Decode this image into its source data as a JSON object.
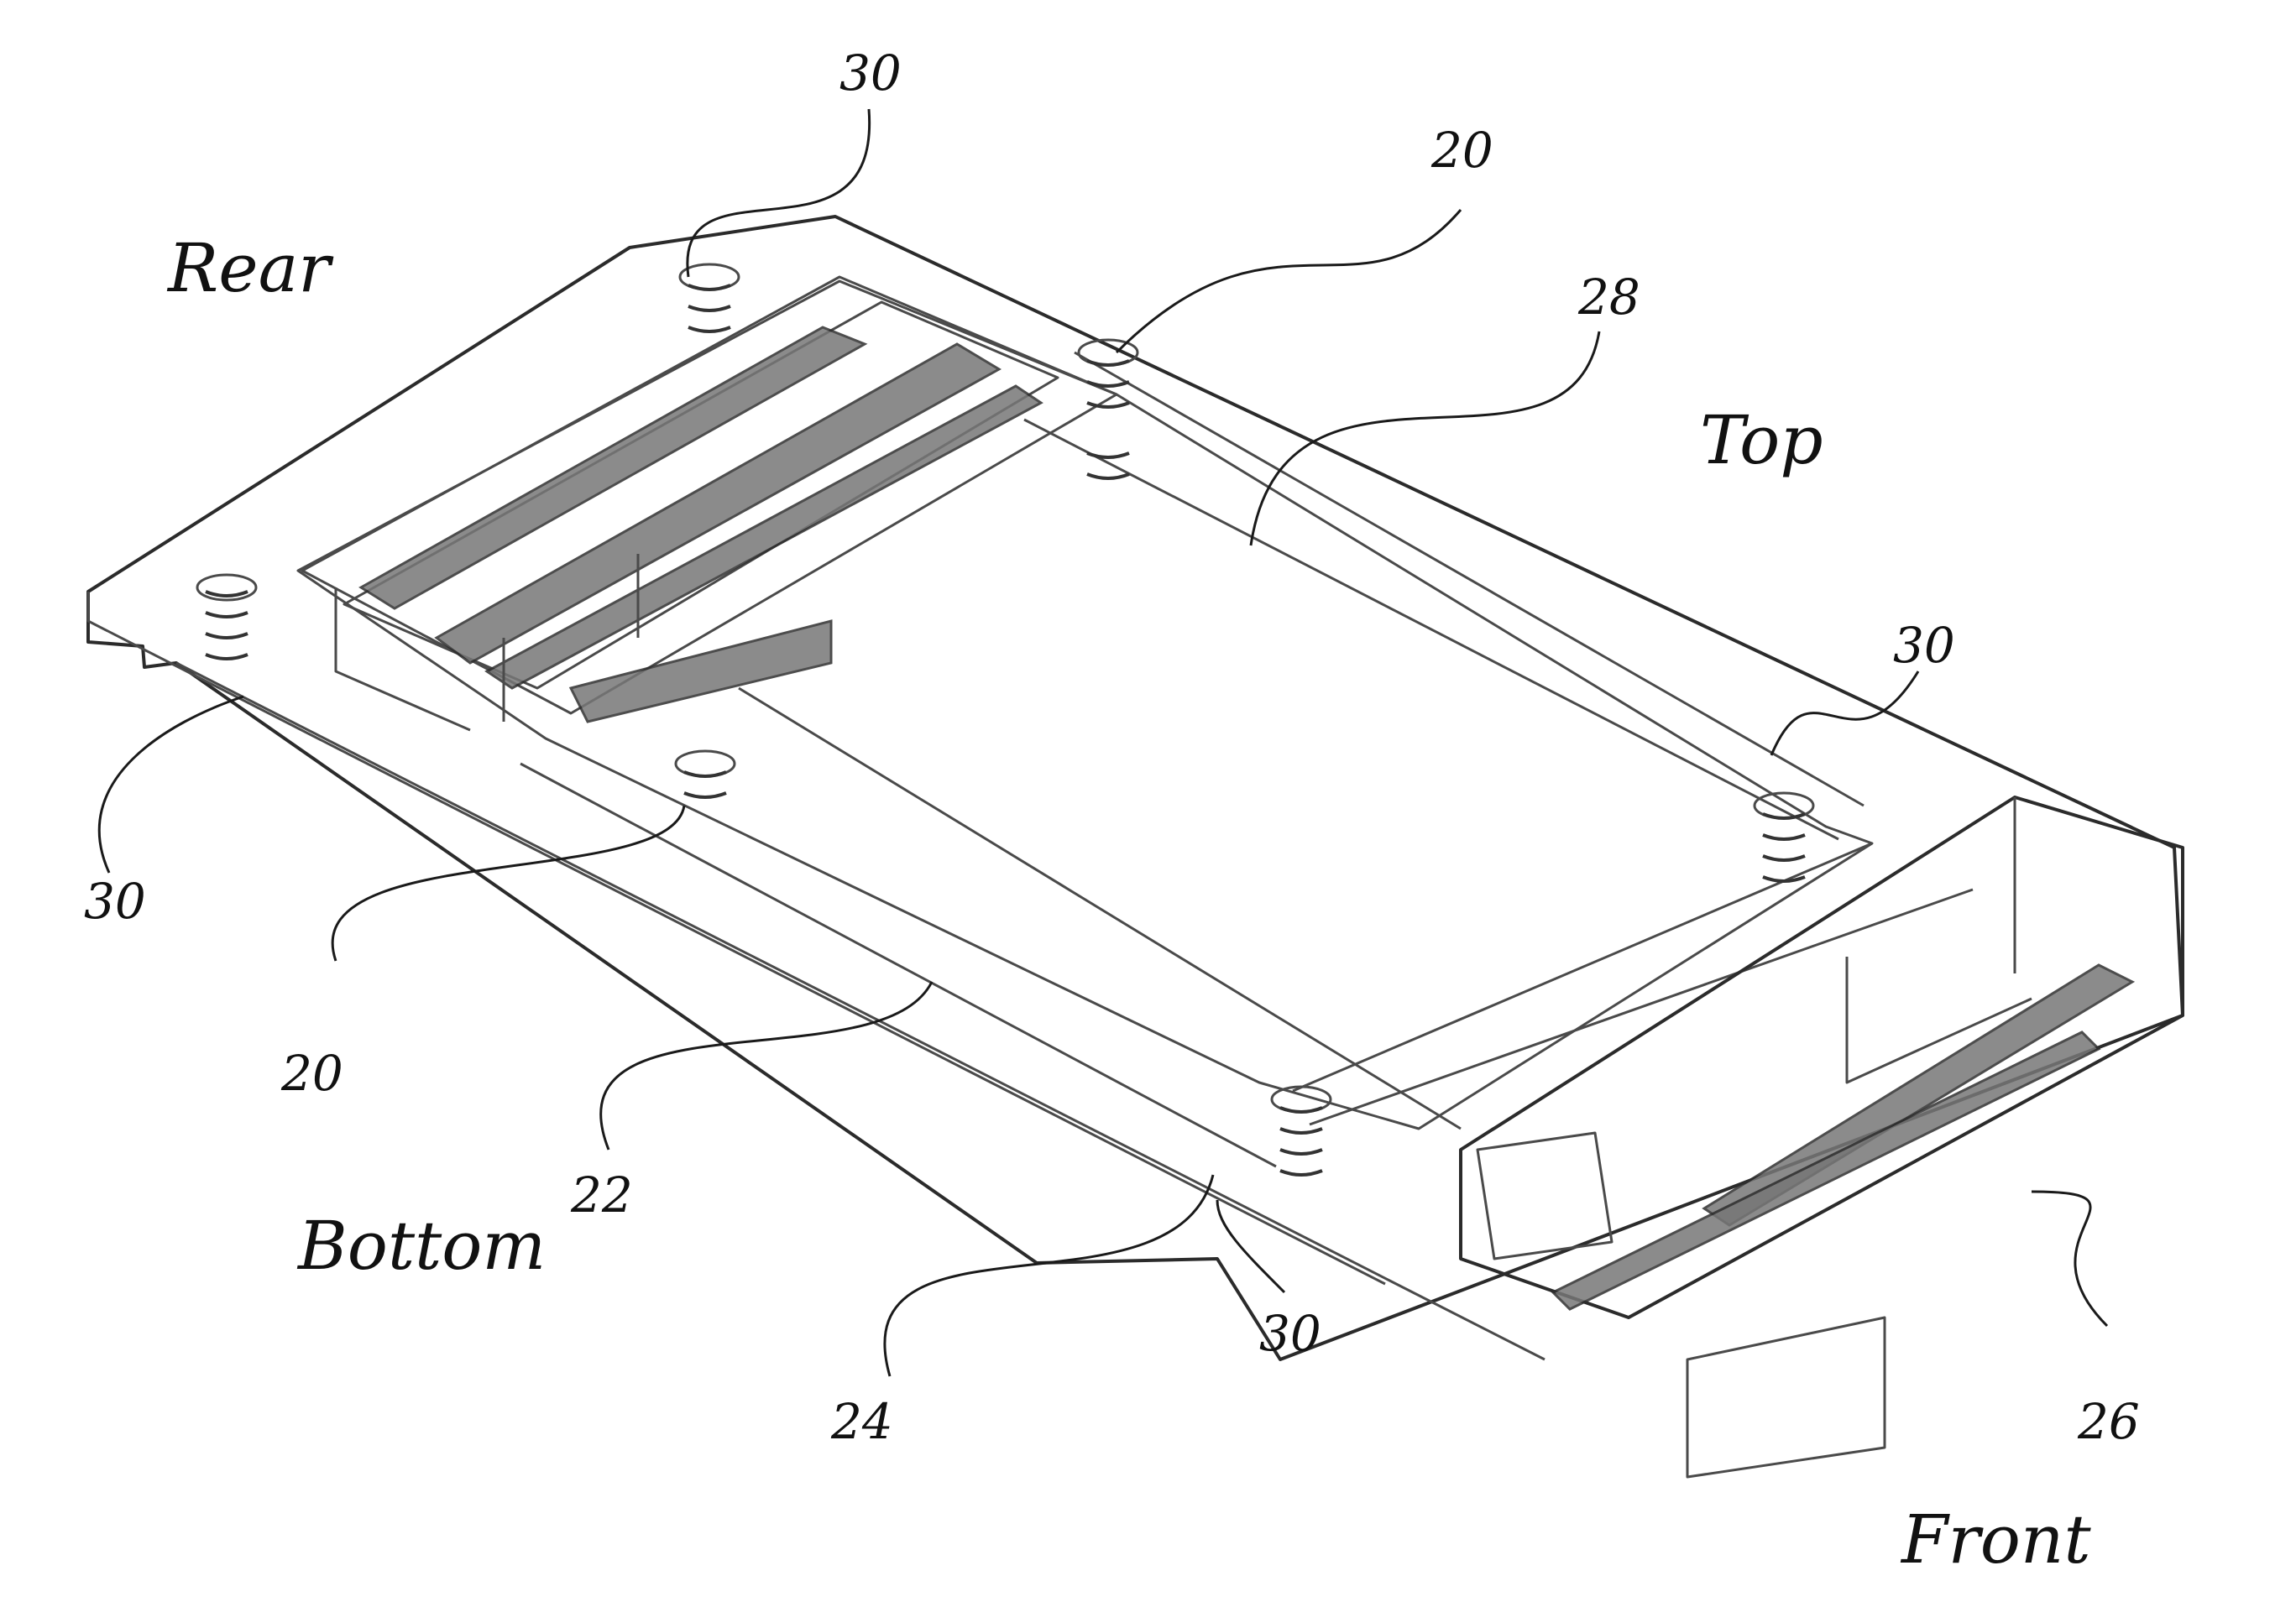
{
  "labels": {
    "rear": "Rear",
    "top": "Top",
    "bottom": "Bottom",
    "front": "Front"
  },
  "refs": {
    "r30_top": "30",
    "r20_top": "20",
    "r28": "28",
    "r30_right": "30",
    "r30_left": "30",
    "r20_left": "20",
    "r22": "22",
    "r24": "24",
    "r30_bottom": "30",
    "r26": "26"
  }
}
